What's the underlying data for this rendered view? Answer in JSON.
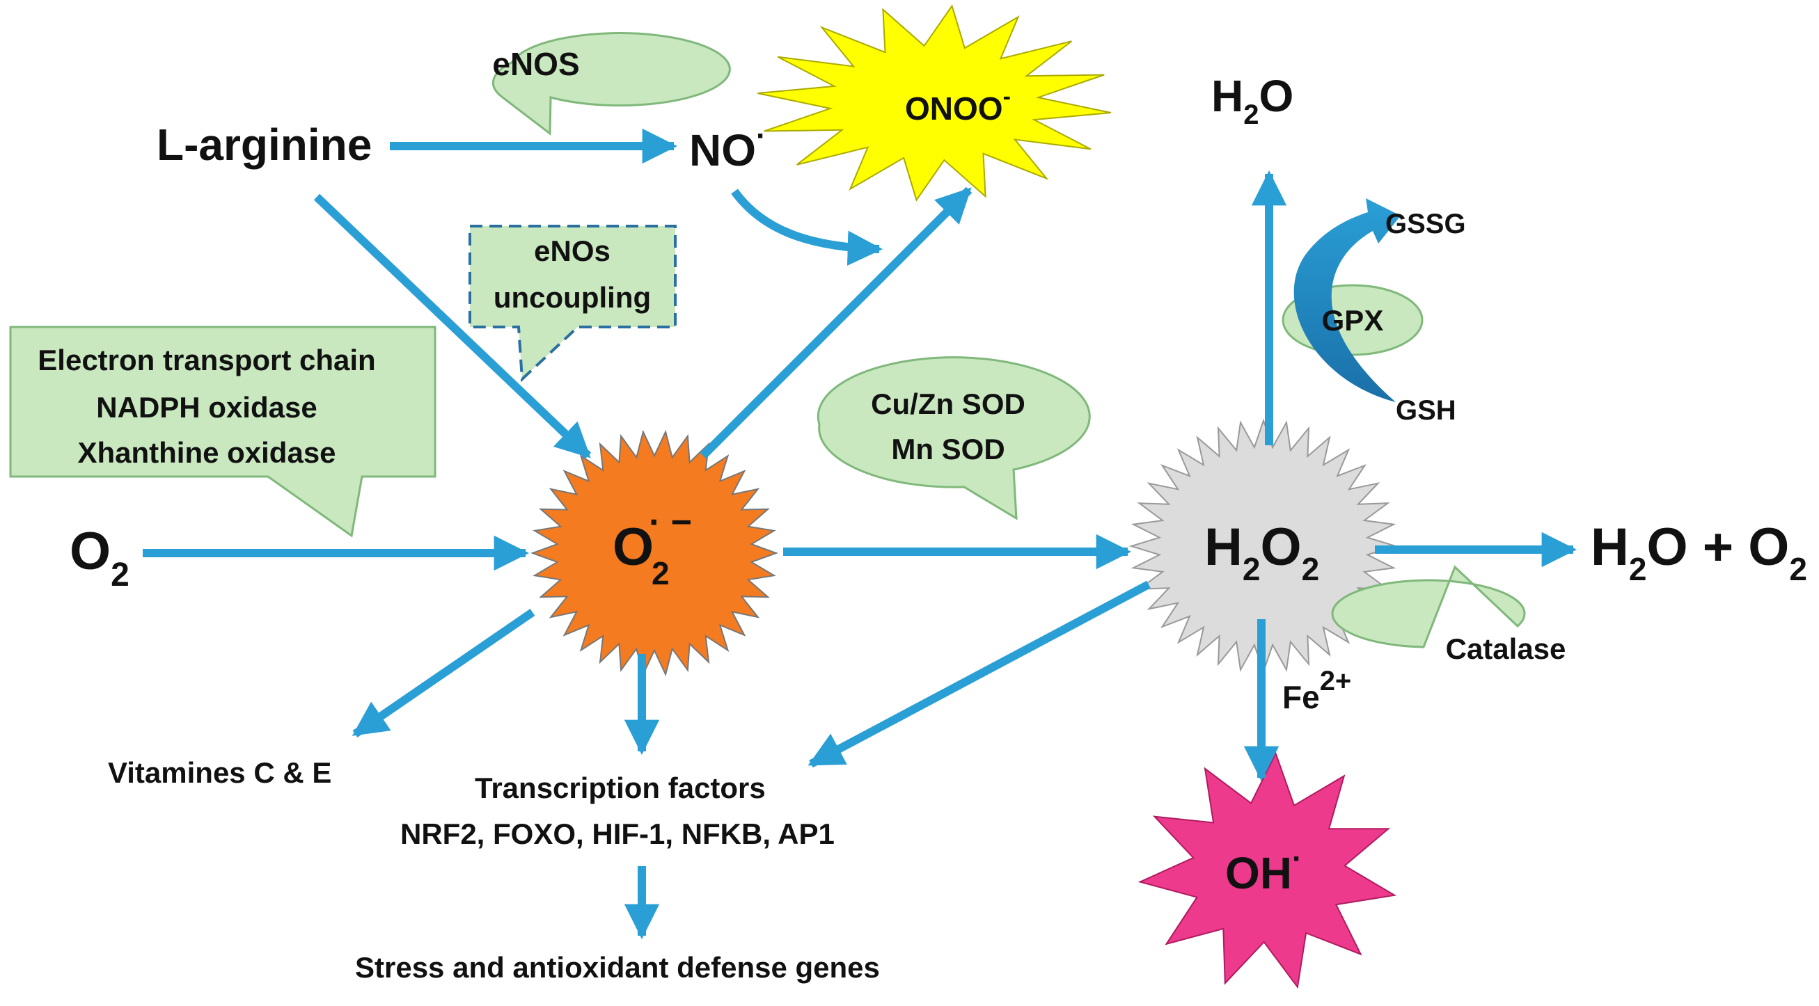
{
  "colors": {
    "arrow": "#2a9fd6",
    "callout_fill": "#c9e8c0",
    "callout_stroke": "#7fb87a",
    "superoxide_fill": "#f47b20",
    "peroxide_fill": "#dcdcdc",
    "peroxynitrite_fill": "#ffff00",
    "hydroxyl_fill": "#ee3a8c"
  },
  "nodes": {
    "l_arginine": "L-arginine",
    "no": "NO",
    "no_dot": "·",
    "onoo": "ONOO",
    "onoo_sup": "-",
    "h2o_top": "H",
    "h2o_top_sub": "2",
    "h2o_top_end": "O",
    "o2": "O",
    "o2_sub": "2",
    "superoxide": "O",
    "superoxide_sub": "2",
    "superoxide_sup": "· −",
    "h2o2": "H",
    "h2o2_sub1": "2",
    "h2o2_mid": "O",
    "h2o2_sub2": "2",
    "products": "H",
    "products_sub1": "2",
    "products_mid": "O + O",
    "products_sub2": "2",
    "oh": "OH",
    "oh_dot": "·",
    "fe": "Fe",
    "fe_sup": "2+",
    "gssg": "GSSG",
    "gsh": "GSH",
    "vitamines": "Vitamines C & E",
    "tf_line1": "Transcription factors",
    "tf_line2": "NRF2, FOXO, HIF-1, NFKB, AP1",
    "genes": "Stress and antioxidant defense genes"
  },
  "callouts": {
    "enos": "eNOS",
    "uncoupling_line1": "eNOs",
    "uncoupling_line2": "uncoupling",
    "sources_line1": "Electron transport chain",
    "sources_line2": "NADPH oxidase",
    "sources_line3": "Xhanthine oxidase",
    "sod_line1": "Cu/Zn SOD",
    "sod_line2": "Mn SOD",
    "gpx": "GPX",
    "catalase": "Catalase"
  }
}
